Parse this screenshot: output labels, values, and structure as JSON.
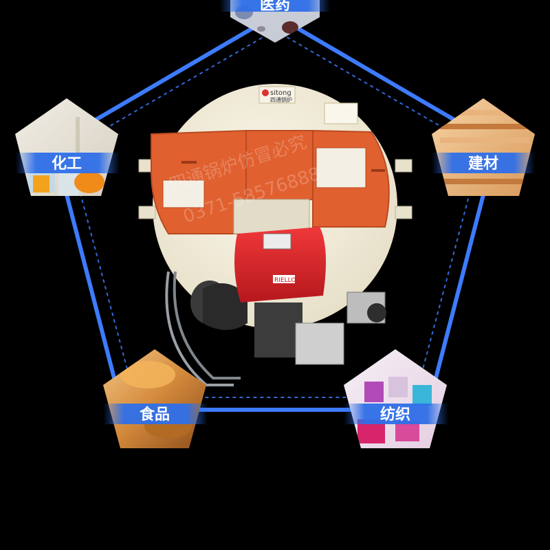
{
  "industries": [
    {
      "key": "pharma",
      "label": "医药"
    },
    {
      "key": "chemical",
      "label": "化工"
    },
    {
      "key": "building",
      "label": "建材"
    },
    {
      "key": "food",
      "label": "食品"
    },
    {
      "key": "textile",
      "label": "纺织"
    }
  ],
  "boiler": {
    "brand_logo": "sitong",
    "brand_cn": "四通锅炉",
    "burner_brand": "RIELLO"
  },
  "watermark": {
    "line1": "四通锅炉仿冒必究",
    "line2": "0371-58576888"
  },
  "colors": {
    "background": "#000000",
    "frame_blue": "#3d7bff",
    "label_band": "#2f6fe8",
    "boiler_body": "#f1ead7",
    "door_orange": "#e1602f",
    "burner_red": "#e0262c"
  }
}
